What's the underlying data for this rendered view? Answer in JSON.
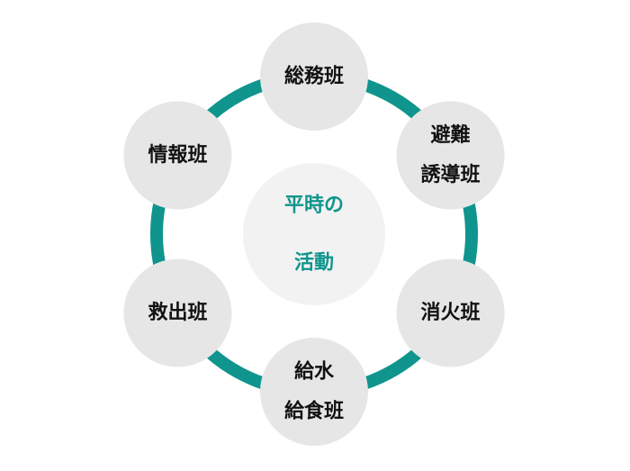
{
  "colors": {
    "ring": "#0f958d",
    "node_fill": "#e6e6e6",
    "center_fill": "#f2f2f2",
    "center_text": "#0f958d",
    "node_text": "#111111"
  },
  "center": {
    "lines": [
      "平時の",
      "活動"
    ]
  },
  "nodes": [
    {
      "id": "general-affairs",
      "lines": [
        "総務班"
      ]
    },
    {
      "id": "evacuation-guidance",
      "lines": [
        "避難",
        "誘導班"
      ]
    },
    {
      "id": "firefighting",
      "lines": [
        "消火班"
      ]
    },
    {
      "id": "water-food",
      "lines": [
        "給水",
        "給食班"
      ]
    },
    {
      "id": "rescue",
      "lines": [
        "救出班"
      ]
    },
    {
      "id": "information",
      "lines": [
        "情報班"
      ]
    }
  ]
}
